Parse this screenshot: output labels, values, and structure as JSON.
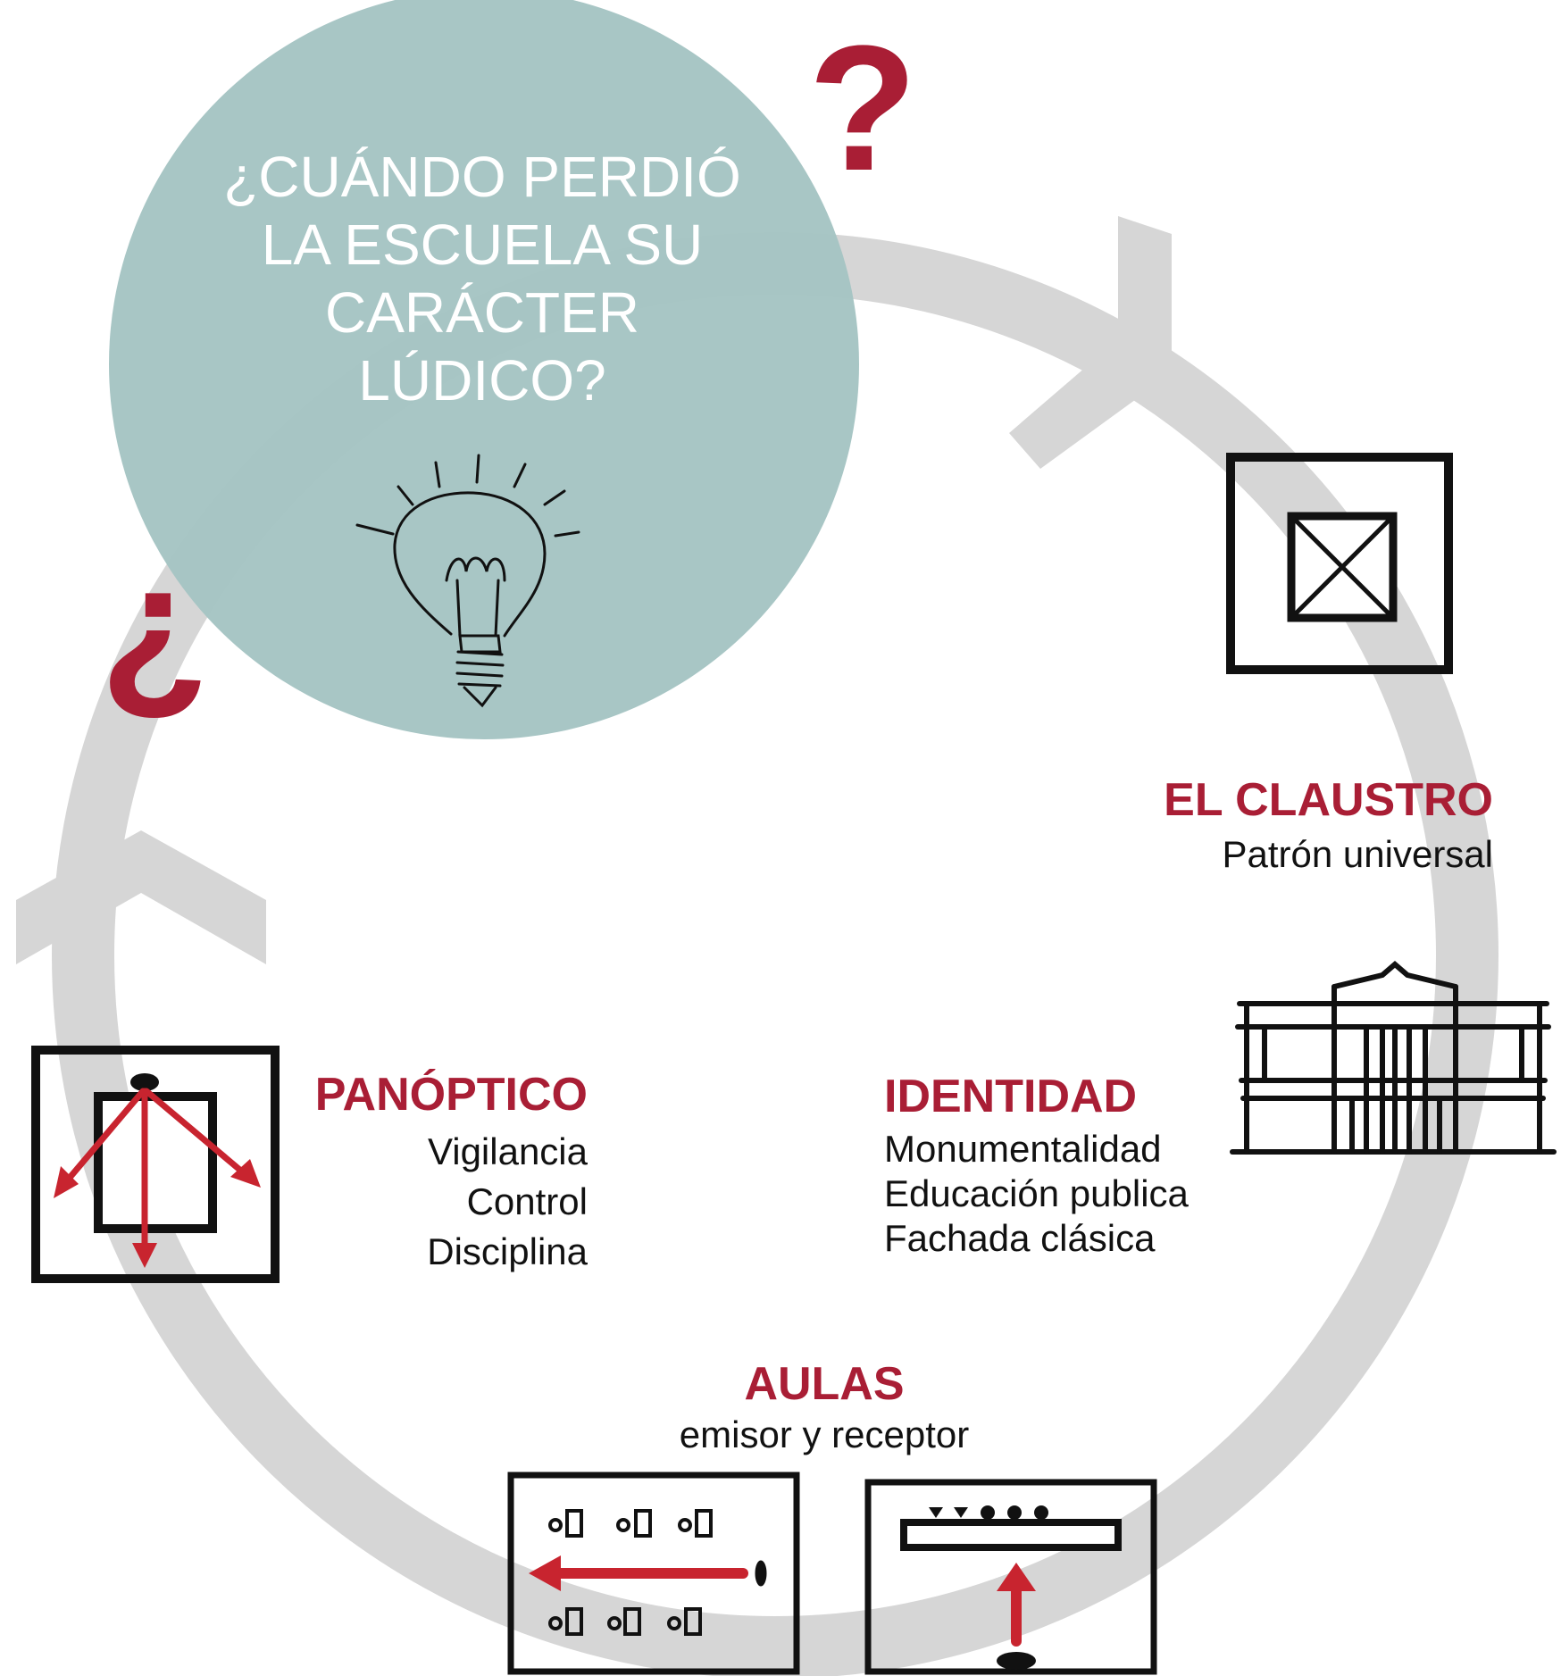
{
  "question": {
    "lines": [
      "¿CUÁNDO PERDIÓ",
      "LA ESCUELA SU",
      "CARÁCTER",
      "LÚDICO?"
    ]
  },
  "marks": {
    "open": "¿",
    "close": "?"
  },
  "nodes": {
    "claustro": {
      "title": "EL CLAUSTRO",
      "lines": [
        "Patrón universal"
      ]
    },
    "identidad": {
      "title": "IDENTIDAD",
      "lines": [
        "Monumentalidad",
        "Educación publica",
        "Fachada clásica"
      ]
    },
    "aulas": {
      "title": "AULAS",
      "lines": [
        "emisor y receptor"
      ]
    },
    "panoptico": {
      "title": "PANÓPTICO",
      "lines": [
        "Vigilancia",
        "Control",
        "Disciplina"
      ]
    }
  },
  "icons": [
    "lightbulb-icon",
    "cloister-plan-icon",
    "classical-facade-icon",
    "classroom-front-icon",
    "classroom-side-icon",
    "panopticon-icon"
  ],
  "colors": {
    "accent": "#a91e35",
    "bubble": "#a5c4c3",
    "ring": "#d6d6d6",
    "ink": "#111111"
  }
}
